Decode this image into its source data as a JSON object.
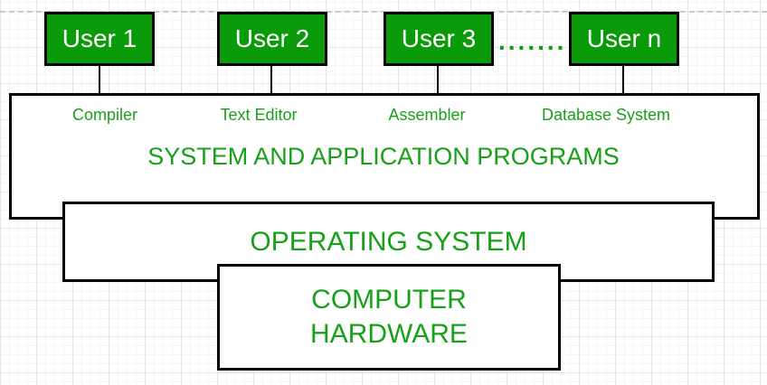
{
  "users": [
    {
      "label": "User 1"
    },
    {
      "label": "User 2"
    },
    {
      "label": "User 3"
    },
    {
      "label": "User n"
    }
  ],
  "ellipsis": ".......",
  "program_labels": [
    "Compiler",
    "Text Editor",
    "Assembler",
    "Database System"
  ],
  "layers": {
    "system_programs": "SYSTEM AND APPLICATION PROGRAMS",
    "operating_system": "OPERATING SYSTEM",
    "hardware": [
      "COMPUTER",
      "HARDWARE"
    ]
  },
  "colors": {
    "user_box_fill": "#0a9a0a",
    "green_text": "#18a018",
    "box_border": "#000000",
    "grid_major": "#e4e4e4",
    "grid_minor": "#f5f5f5",
    "dashed_guide": "#c9c9c9",
    "background": "#ffffff"
  }
}
